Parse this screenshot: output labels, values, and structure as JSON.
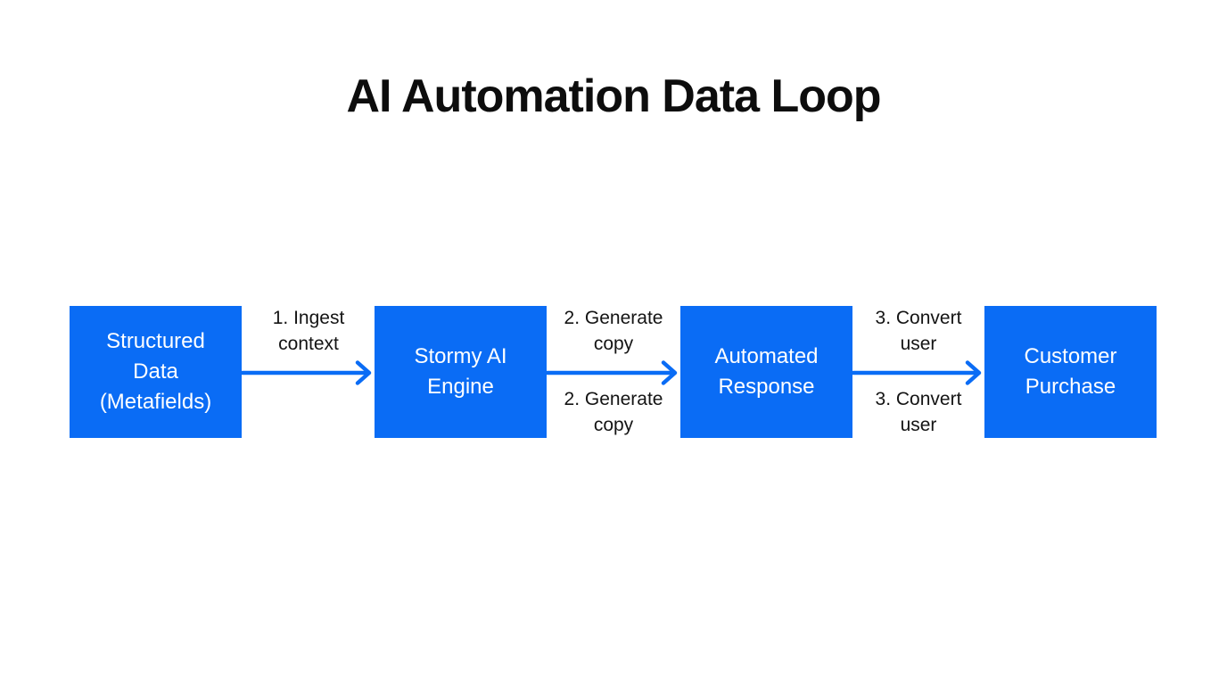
{
  "title": "AI Automation Data Loop",
  "colors": {
    "background": "#ffffff",
    "title-text": "#0d0d0d",
    "node-fill": "#0a6cf5",
    "node-text": "#ffffff",
    "arrow": "#0a6cf5",
    "label-text": "#141414"
  },
  "nodes": [
    {
      "id": "structured-data",
      "label": "Structured Data (Metafields)"
    },
    {
      "id": "stormy-ai-engine",
      "label": "Stormy AI Engine"
    },
    {
      "id": "automated-response",
      "label": "Automated Response"
    },
    {
      "id": "customer-purchase",
      "label": "Customer Purchase"
    }
  ],
  "edges": [
    {
      "from": "structured-data",
      "to": "stormy-ai-engine",
      "label_above": "1. Ingest context"
    },
    {
      "from": "stormy-ai-engine",
      "to": "automated-response",
      "label_above": "2. Generate copy",
      "label_below": "2. Generate copy"
    },
    {
      "from": "automated-response",
      "to": "customer-purchase",
      "label_above": "3. Convert user",
      "label_below": "3. Convert user"
    }
  ]
}
